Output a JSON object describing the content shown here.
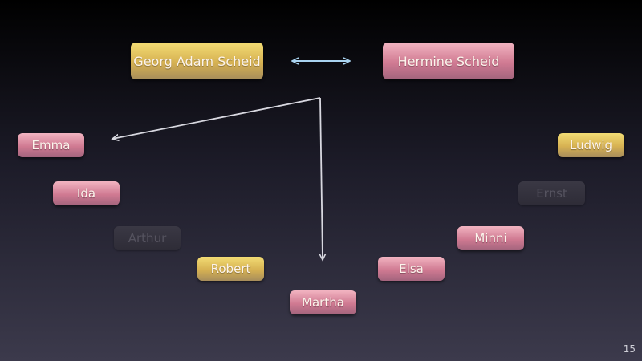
{
  "nodes": {
    "georg": "Georg Adam Scheid",
    "hermine": "Hermine Scheid",
    "emma": "Emma",
    "ida": "Ida",
    "arthur": "Arthur",
    "robert": "Robert",
    "martha": "Martha",
    "elsa": "Elsa",
    "minni": "Minni",
    "ernst": "Ernst",
    "ludwig": "Ludwig"
  },
  "colors": {
    "pink": "#d07a92",
    "gold": "#d6b152",
    "faded": "#2e2c37",
    "marriage_arrow": "#a9d3f0",
    "child_arrow": "#d8d8e0"
  },
  "page_number": "15"
}
